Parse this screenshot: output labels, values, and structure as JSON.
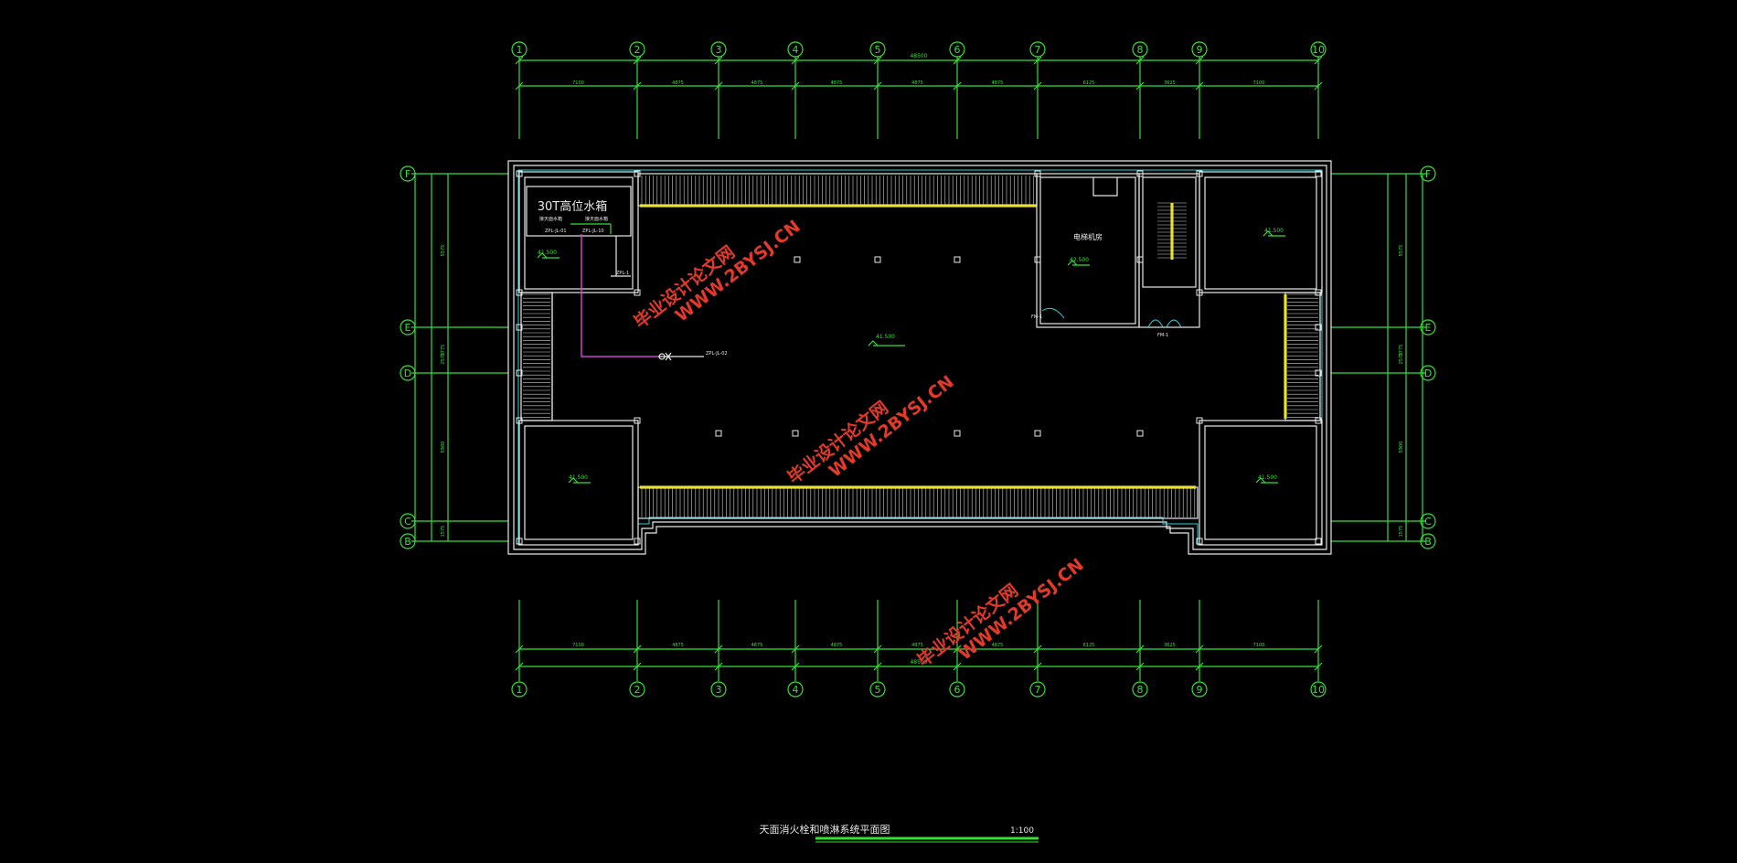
{
  "drawing": {
    "title": "天面消火栓和喷淋系统平面图",
    "scale": "1:100"
  },
  "axes": {
    "vertical": [
      "1",
      "2",
      "3",
      "4",
      "5",
      "6",
      "7",
      "8",
      "9",
      "10"
    ],
    "horizontal": [
      "F",
      "E",
      "D",
      "C",
      "B"
    ]
  },
  "dimensions": {
    "overall": "48500",
    "spans": [
      "7100",
      "4875",
      "4875",
      "4875",
      "4875",
      "4875",
      "6125",
      "3625",
      "7100"
    ],
    "left_side": [
      "5575",
      "2775",
      "2575",
      "5900",
      "1575"
    ],
    "right_side": [
      "5575",
      "2775",
      "2575",
      "5900",
      "1575"
    ]
  },
  "rooms": {
    "water_tank": "30T高位水箱",
    "tank_label_left": "接天面水箱",
    "tank_label_right": "接天面水箱",
    "tank_pipe_left": "ZPL-JL-01",
    "tank_pipe_right": "ZPL-JL-10",
    "elevator_machine_room": "电梯机房",
    "elevation_corner": "41.500",
    "elevation_machine": "42.500",
    "elevation_roof": "41.500"
  },
  "pipes": {
    "valve_label": "ZPL-JL-02",
    "riser_label": "ZPL-1",
    "door_label_a": "FM-1",
    "door_label_b": "FM-1"
  },
  "watermark": {
    "line1": "毕业设计论文网",
    "line2": "WWW.2BYSJ.CN"
  }
}
